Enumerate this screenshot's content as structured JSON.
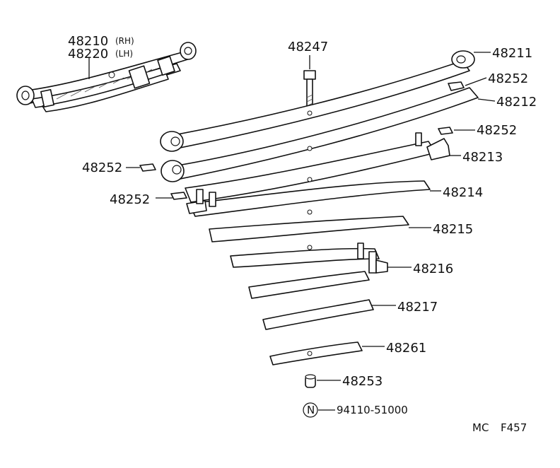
{
  "callouts": {
    "assy_rh": "48210",
    "assy_rh_side": "(RH)",
    "assy_lh": "48220",
    "assy_lh_side": "(LH)",
    "bolt": "48247",
    "leaf_1": "48211",
    "insert_a": "48252",
    "leaf_2": "48212",
    "insert_b": "48252",
    "leaf_3": "48213",
    "insert_c": "48252",
    "insert_d": "48252",
    "leaf_4": "48214",
    "leaf_5": "48215",
    "leaf_6": "48216",
    "leaf_7": "48217",
    "leaf_8": "48261",
    "spacer": "48253",
    "nut_symbol": "N",
    "nut_part": "94110-51000"
  },
  "footer": {
    "code_left": "MC",
    "code_right": "F457"
  }
}
